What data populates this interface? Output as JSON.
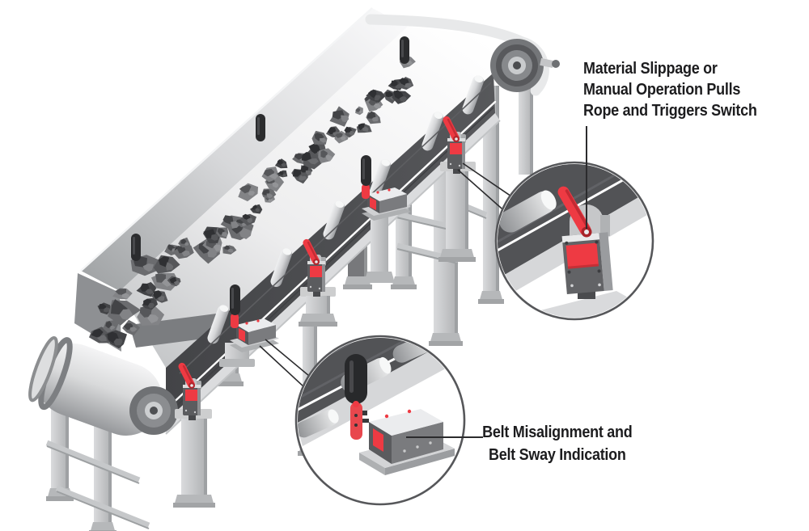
{
  "figure": {
    "subject": "Conveyor belt safety switch illustration"
  },
  "annotations": {
    "pull_rope": {
      "line1": "Material Slippage or",
      "line2": "Manual Operation Pulls",
      "line3": "Rope and Triggers Switch"
    },
    "belt_sway": {
      "line1": "Belt Misalignment and",
      "line2": "Belt Sway Indication"
    }
  },
  "colors": {
    "accent-red": "#ee3a43",
    "accent-red-dark": "#b4262d",
    "ink": "#1c1c1e",
    "leader": "#2b2b2d",
    "circle-stroke": "#56575a",
    "background": "#ffffff",
    "belt": "#4e4f52",
    "belt-light-band": "#d6d7d9",
    "steel-light": "#cdced0",
    "steel-mid": "#a6a8aa",
    "steel-dark": "#717376",
    "roller-black": "#2b2c2e",
    "rock-dark": "#343538",
    "rock-light": "#8e8f92",
    "rope-white": "#ffffff"
  }
}
